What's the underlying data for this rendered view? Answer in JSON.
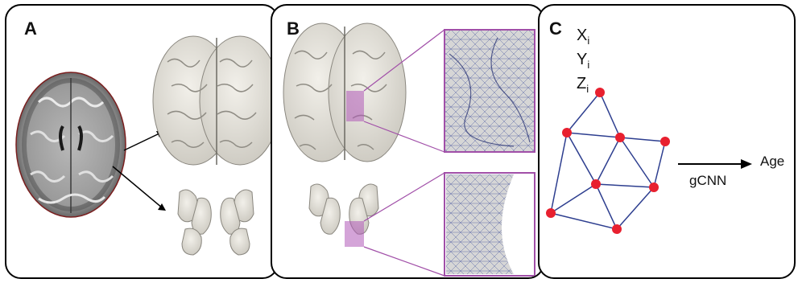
{
  "panels": {
    "a": {
      "letter": "A"
    },
    "b": {
      "letter": "B"
    },
    "c": {
      "letter": "C",
      "coords": [
        {
          "base": "X",
          "sub": "i"
        },
        {
          "base": "Y",
          "sub": "i"
        },
        {
          "base": "Z",
          "sub": "i"
        }
      ],
      "model_label": "gCNN",
      "output_label": "Age"
    }
  },
  "colors": {
    "node": "#e8202f",
    "edge": "#2d3e8f",
    "highlight": "#b05ab8",
    "cortex": "#e4e2da"
  }
}
